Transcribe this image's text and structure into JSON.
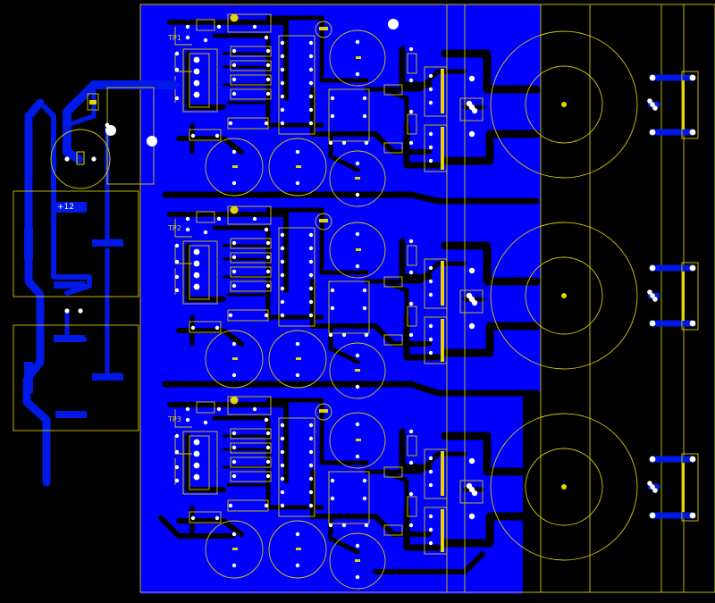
{
  "power_label": "+12",
  "test_points": [
    "TP1",
    "TP2",
    "TP3"
  ],
  "colors": {
    "background": "#000000",
    "copper_pour": "#0000ff",
    "traces": "#0018e8",
    "black_traces": "#000000",
    "silkscreen": "#d8c800",
    "pads": "#ffffff"
  }
}
